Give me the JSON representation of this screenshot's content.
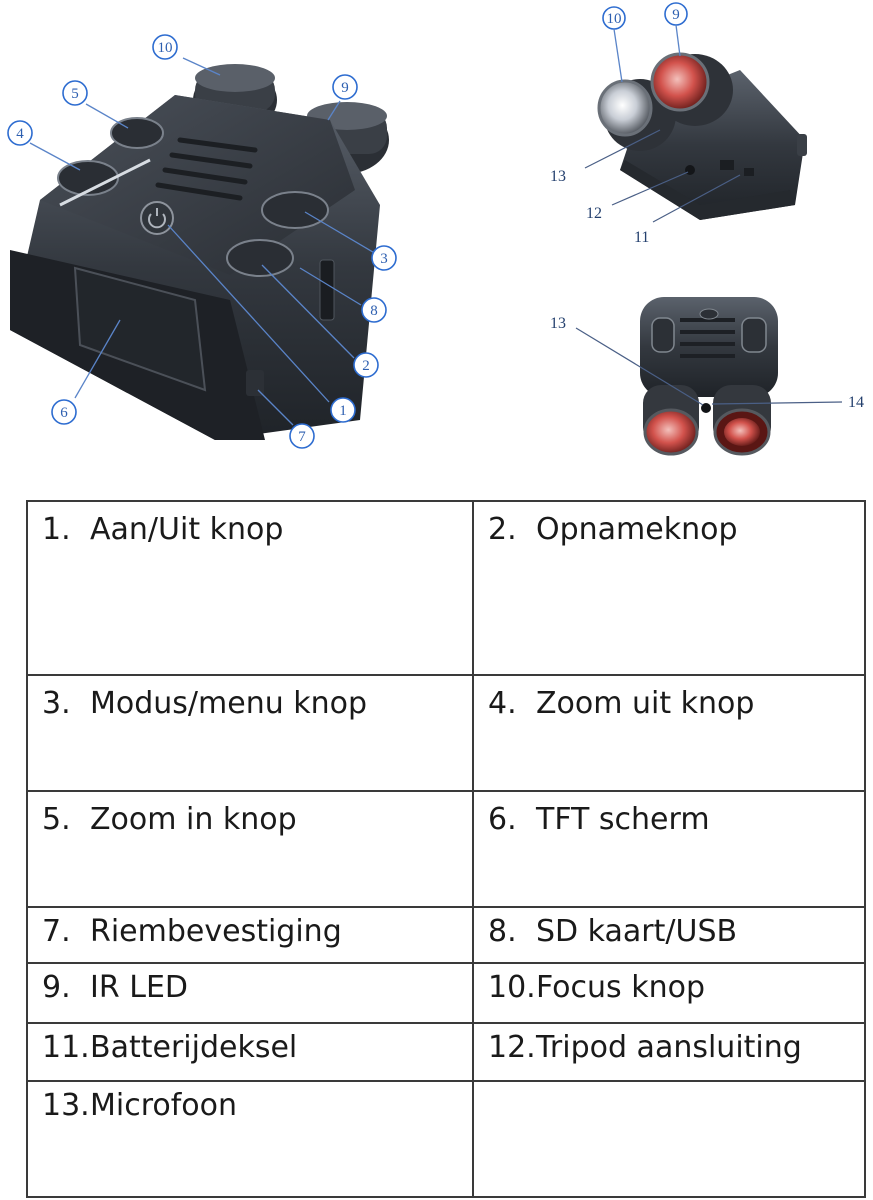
{
  "callouts": {
    "main": [
      "1",
      "2",
      "3",
      "4",
      "5",
      "6",
      "7",
      "8",
      "9",
      "10"
    ],
    "top_view": [
      "9",
      "10",
      "11",
      "12",
      "13"
    ],
    "front_view": [
      "13",
      "14"
    ]
  },
  "legend": [
    [
      {
        "num": "1.",
        "label": "Aan/Uit knop"
      },
      {
        "num": "2.",
        "label": "Opnameknop"
      }
    ],
    [
      {
        "num": "3.",
        "label": "Modus/menu knop"
      },
      {
        "num": "4.",
        "label": "Zoom uit knop"
      }
    ],
    [
      {
        "num": "5.",
        "label": "Zoom in knop"
      },
      {
        "num": "6.",
        "label": "TFT scherm"
      }
    ],
    [
      {
        "num": "7.",
        "label": "Riembevestiging"
      },
      {
        "num": "8.",
        "label": "SD kaart/USB"
      }
    ],
    [
      {
        "num": "9.",
        "label": "IR LED"
      },
      {
        "num": "10.",
        "label": "Focus knop"
      }
    ],
    [
      {
        "num": "11.",
        "label": "Batterijdeksel"
      },
      {
        "num": "12.",
        "label": "Tripod aansluiting"
      }
    ],
    [
      {
        "num": "13.",
        "label": "Microfoon"
      },
      {
        "num": "",
        "label": ""
      }
    ]
  ]
}
